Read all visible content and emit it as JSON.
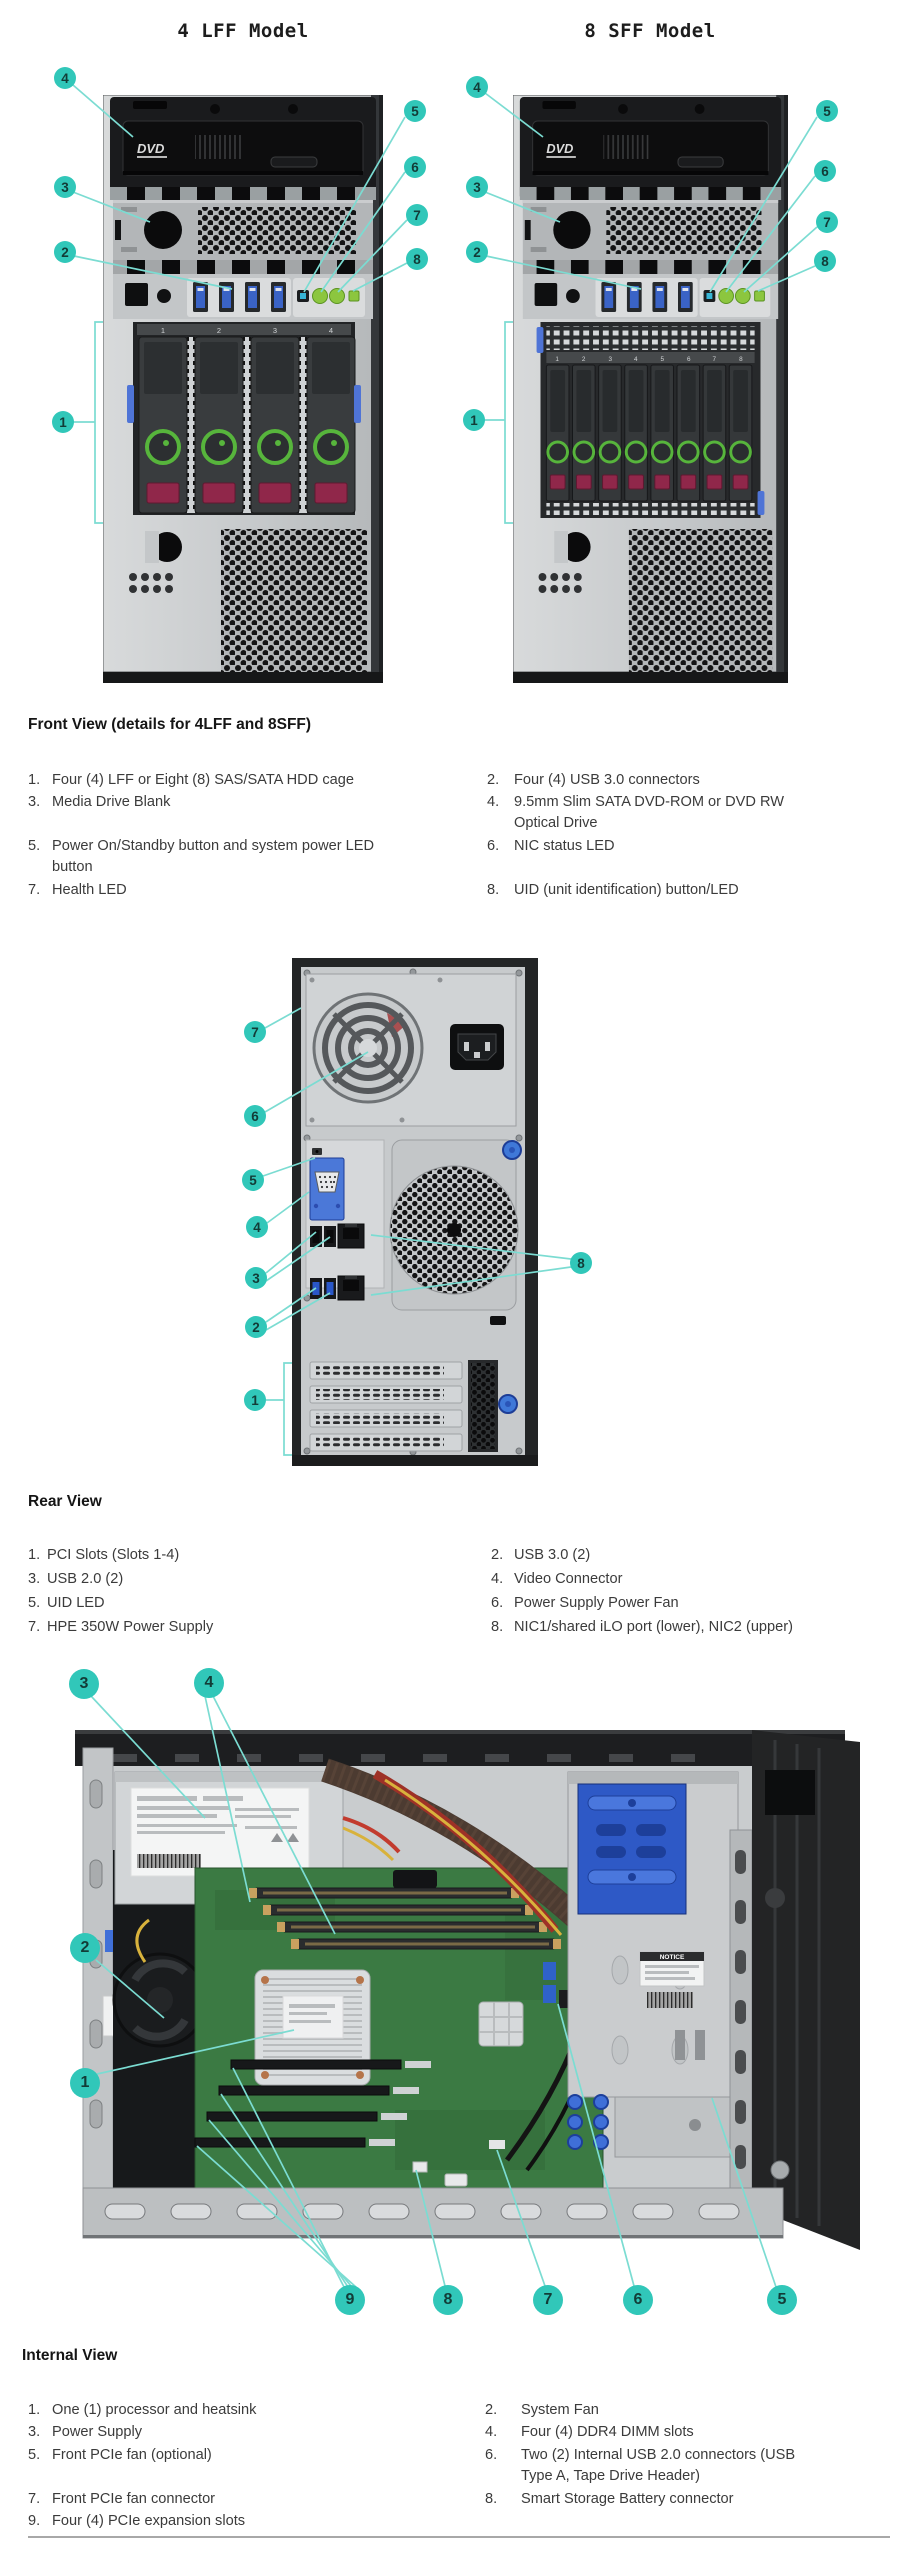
{
  "front_section": {
    "left_title": "4 LFF Model",
    "right_title": "8 SFF Model",
    "dvd_logo": "DVD",
    "left_bay_labels": [
      "1",
      "2",
      "3",
      "4"
    ],
    "right_bay_labels": [
      "1",
      "2",
      "3",
      "4",
      "5",
      "6",
      "7",
      "8"
    ],
    "left_callouts": [
      "4",
      "3",
      "2",
      "1",
      "5",
      "6",
      "7",
      "8"
    ],
    "right_callouts": [
      "4",
      "3",
      "2",
      "1",
      "5",
      "6",
      "7",
      "8"
    ]
  },
  "front_legend": {
    "heading": "Front View (details for 4LFF and 8SFF)",
    "items": [
      {
        "num": "1.",
        "text": "Four (4) LFF or Eight (8) SAS/SATA HDD cage"
      },
      {
        "num": "2.",
        "text": "Four (4) USB 3.0 connectors"
      },
      {
        "num": "3.",
        "text": "Media Drive Blank"
      },
      {
        "num": "4.",
        "text": "9.5mm Slim SATA DVD-ROM or DVD RW Optical Drive"
      },
      {
        "num": "5.",
        "text": "Power On/Standby button and system power LED button"
      },
      {
        "num": "6.",
        "text": "NIC status LED"
      },
      {
        "num": "7.",
        "text": "Health LED"
      },
      {
        "num": "8.",
        "text": "UID (unit identification) button/LED"
      }
    ]
  },
  "rear_section": {
    "callouts": [
      "7",
      "6",
      "5",
      "4",
      "3",
      "2",
      "8",
      "1"
    ]
  },
  "rear_legend": {
    "heading": "Rear View",
    "items": [
      {
        "num": "1.",
        "text": "PCI Slots (Slots 1-4)"
      },
      {
        "num": "2.",
        "text": "USB 3.0 (2)"
      },
      {
        "num": "3.",
        "text": "USB 2.0 (2)"
      },
      {
        "num": "4.",
        "text": "Video Connector"
      },
      {
        "num": "5.",
        "text": "UID LED"
      },
      {
        "num": "6.",
        "text": "Power Supply Power Fan"
      },
      {
        "num": "7.",
        "text": "HPE 350W Power Supply"
      },
      {
        "num": "8.",
        "text": "NIC1/shared iLO port (lower), NIC2 (upper)"
      }
    ]
  },
  "internal_section": {
    "callouts": [
      "3",
      "4",
      "2",
      "1",
      "9",
      "8",
      "7",
      "6",
      "5"
    ],
    "notice_label": "NOTICE"
  },
  "internal_legend": {
    "heading": "Internal View",
    "items": [
      {
        "num": "1.",
        "text": "One (1) processor and heatsink"
      },
      {
        "num": "2.",
        "text": "System Fan"
      },
      {
        "num": "3.",
        "text": "Power Supply"
      },
      {
        "num": "4.",
        "text": "Four (4) DDR4 DIMM slots"
      },
      {
        "num": "5.",
        "text": "Front PCIe fan (optional)"
      },
      {
        "num": "6.",
        "text": "Two (2) Internal USB 2.0 connectors (USB Type A, Tape Drive Header)"
      },
      {
        "num": "7.",
        "text": "Front PCIe fan connector"
      },
      {
        "num": "8.",
        "text": "Smart Storage Battery connector"
      },
      {
        "num": "9.",
        "text": "Four (4) PCIe expansion slots"
      }
    ]
  },
  "colors": {
    "callout_fill": "#31c7b9",
    "callout_line": "#7bdcd2",
    "accent_blue": "#4b78d8",
    "led_green": "#8cc63f",
    "drive_maroon": "#90274a"
  }
}
